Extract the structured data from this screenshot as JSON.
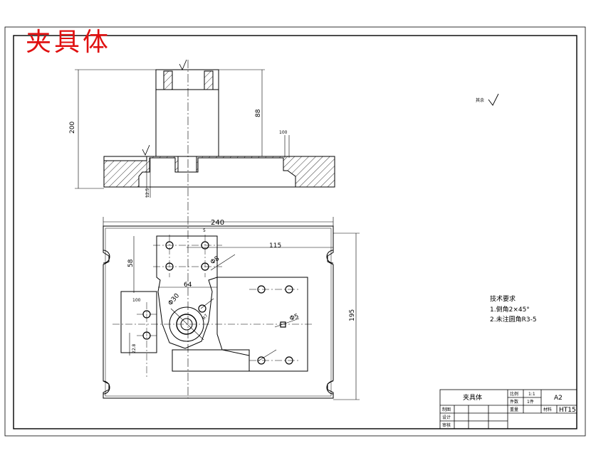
{
  "stamp": "夹具体",
  "colors": {
    "stamp": "#e01010",
    "line": "#000000",
    "center_line": "#000000"
  },
  "dimensions": {
    "d200": "200",
    "d88": "88",
    "d240": "240",
    "d115": "115",
    "d195": "195",
    "d58": "58",
    "d64": "64",
    "d5": "5",
    "phi8": "Φ8",
    "phi30": "Φ30",
    "phi5": "Φ5",
    "r7": "R7",
    "d12_5": "12.5",
    "d100": "100",
    "d22_8": "22.8"
  },
  "roughness_note": "其余",
  "tech_requirements": {
    "title": "技术要求",
    "items": [
      "1.倒角2×45°",
      "2.未注圆角R3-5"
    ]
  },
  "title_block": {
    "part_name": "夹具体",
    "ratio_label": "比例",
    "ratio_value": "1:1",
    "quantity_label": "件数",
    "quantity_value": "1件",
    "weight_label": "重量",
    "sheet_size": "A2",
    "material_label": "材料",
    "material_value": "HT15",
    "draw_label": "制图",
    "design_label": "设计",
    "check_label": "审核"
  }
}
